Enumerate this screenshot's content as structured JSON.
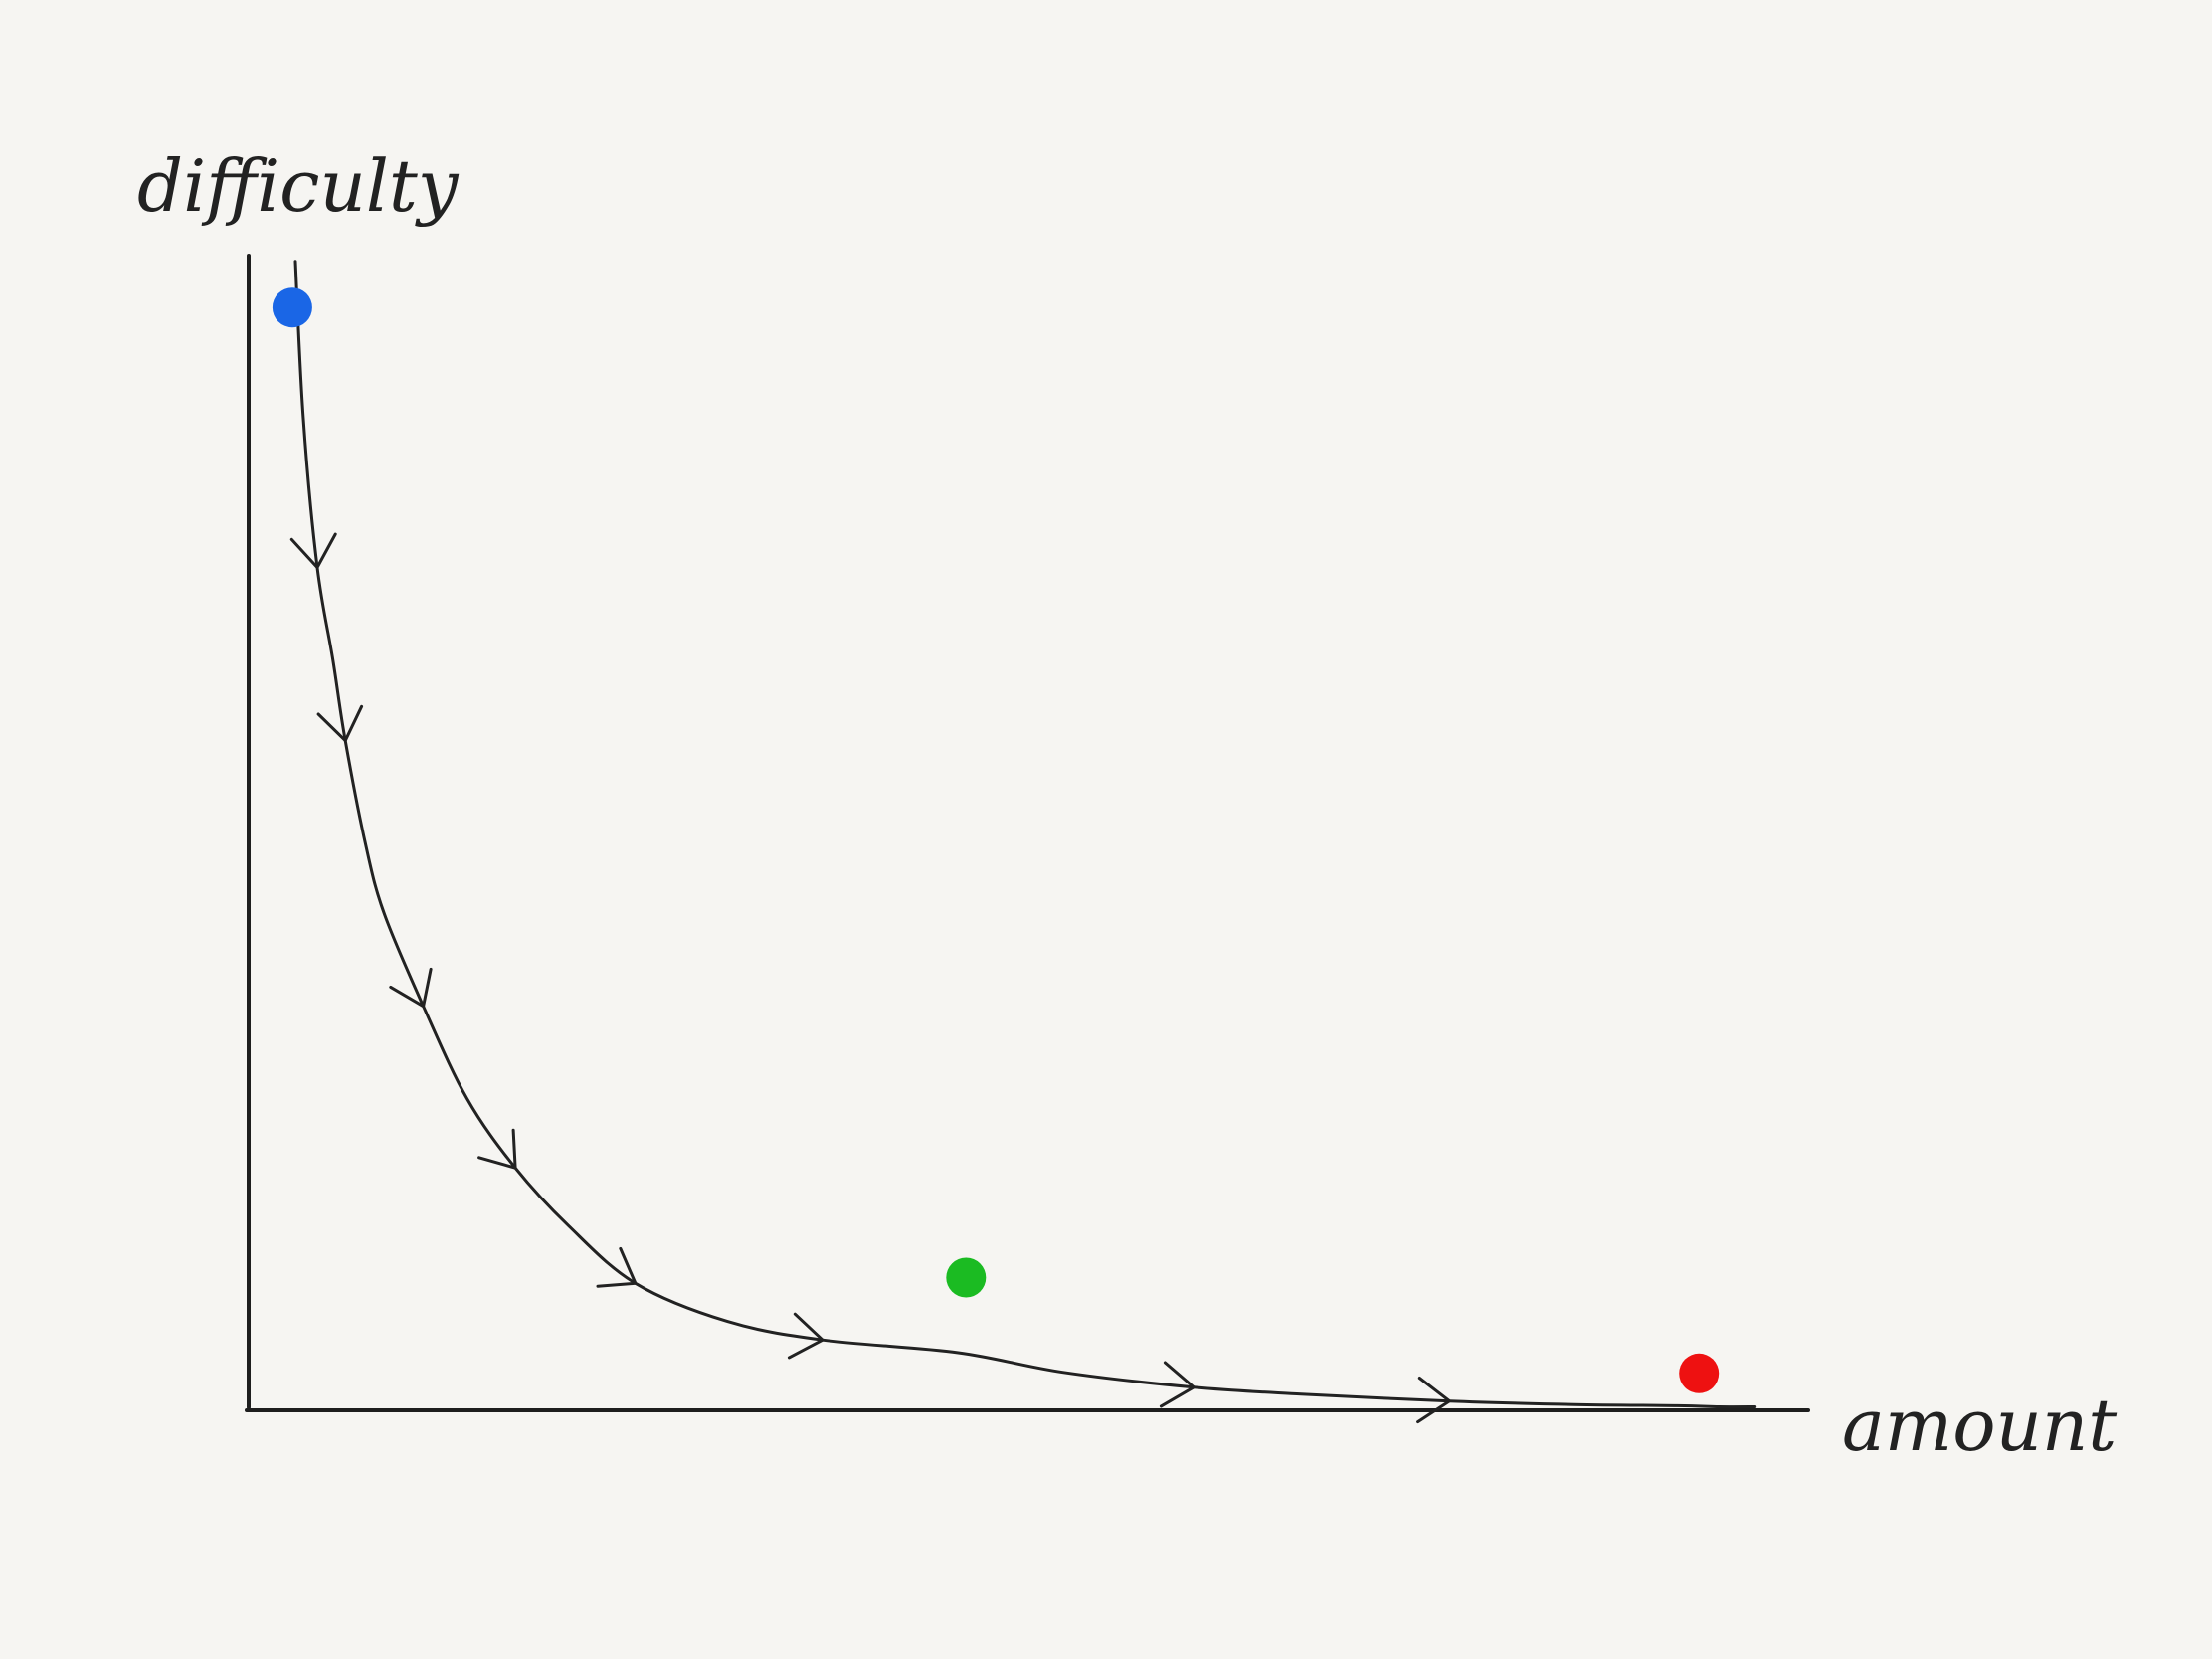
{
  "chart_data": {
    "type": "line",
    "style": "hand-drawn sketch",
    "xlabel": "amount",
    "ylabel": "difficulty",
    "grid": false,
    "legend": "none",
    "ticks": "none",
    "xlim": [
      0,
      100
    ],
    "ylim": [
      0,
      100
    ],
    "series": [
      {
        "color": "#222222",
        "x": [
          3.0,
          3.5,
          4.4,
          5.4,
          6.2,
          7.5,
          8.7,
          11.2,
          14.0,
          17.1,
          20.5,
          24.8,
          30.7,
          36.8,
          45.5,
          52.2,
          60.6,
          67.5,
          77.0,
          85.0,
          91.6,
          94.3,
          96.6
        ],
        "y": [
          99.5,
          86.0,
          73.0,
          65.0,
          58.0,
          49.0,
          43.0,
          35.0,
          27.0,
          21.0,
          16.0,
          11.0,
          7.7,
          6.1,
          5.0,
          3.3,
          2.0,
          1.4,
          0.8,
          0.5,
          0.4,
          0.3,
          0.3
        ],
        "arrows_at_index": [
          2,
          4,
          7,
          9,
          11,
          13,
          16,
          18
        ]
      }
    ],
    "markers": [
      {
        "color": "#1a66e6",
        "x": 2.8,
        "y": 95.5
      },
      {
        "color": "#1bbb22",
        "x": 46.0,
        "y": 11.5
      },
      {
        "color": "#ee1111",
        "x": 93.0,
        "y": 3.2
      }
    ]
  }
}
